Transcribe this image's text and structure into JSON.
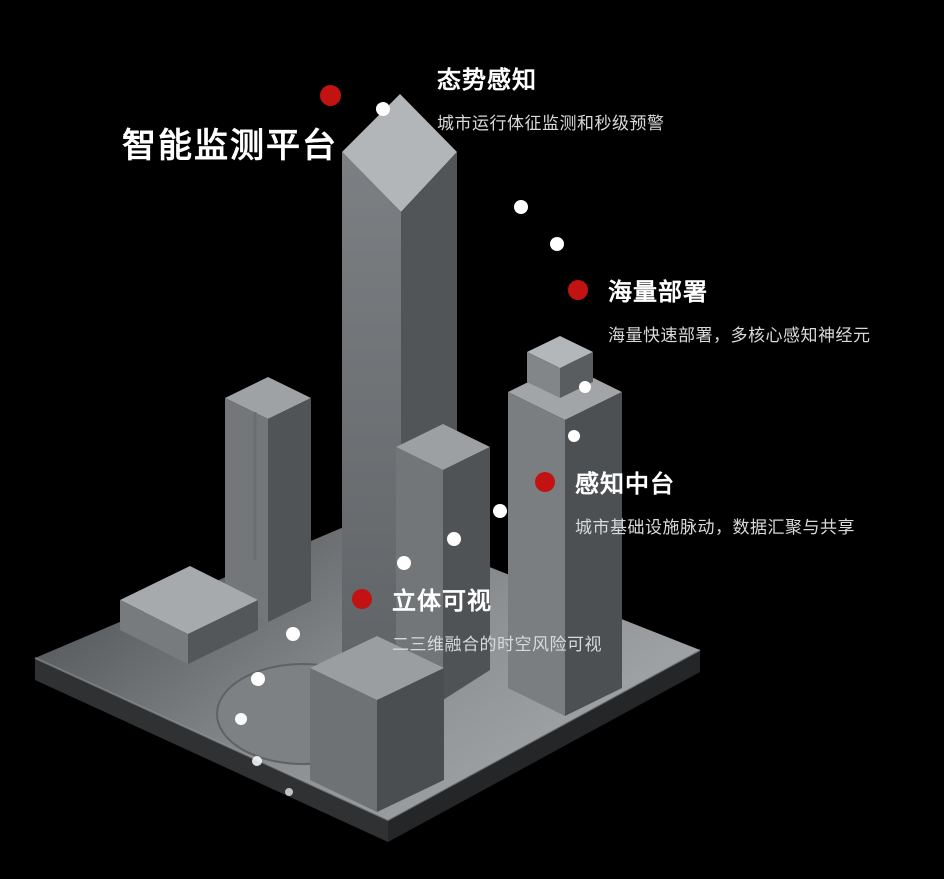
{
  "page": {
    "description": "Dark infographic of an isometric 3D city model with four feature callouts connected by a dotted trail"
  },
  "title": {
    "text": "智能监测平台"
  },
  "callouts": [
    {
      "id": "situational-awareness",
      "title": "态势感知",
      "subtitle": "城市运行体征监测和秒级预警",
      "has_marker": false
    },
    {
      "id": "massive-deployment",
      "title": "海量部署",
      "subtitle": "海量快速部署，多核心感知神经元",
      "has_marker": true
    },
    {
      "id": "perception-middle-platform",
      "title": "感知中台",
      "subtitle": "城市基础设施脉动，数据汇聚与共享",
      "has_marker": true
    },
    {
      "id": "stereoscopic-visualization",
      "title": "立体可视",
      "subtitle": "二三维融合的时空风险可视",
      "has_marker": true
    }
  ],
  "colors": {
    "marker_red": "#c31212",
    "trail_dot_white": "#ffffff",
    "title_text": "#ffffff",
    "subtitle_text": "#d9d9d9",
    "background": "#000000"
  }
}
